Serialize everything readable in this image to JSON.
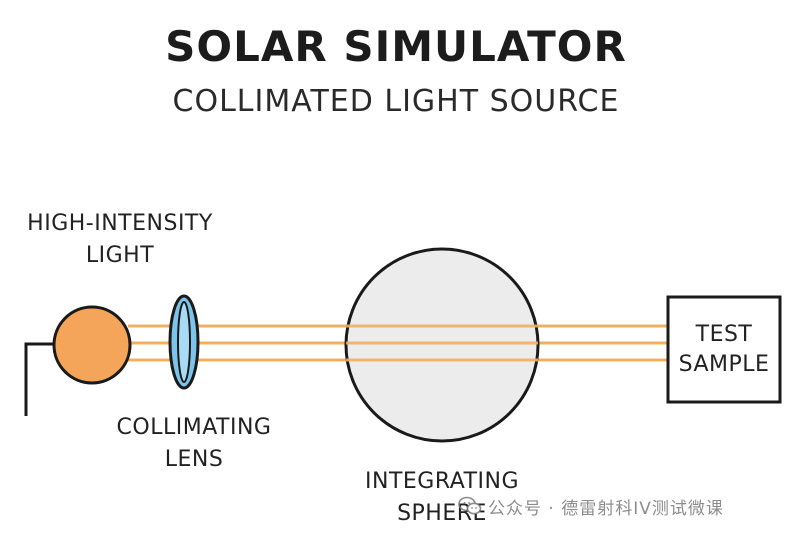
{
  "diagram": {
    "title": "SOLAR SIMULATOR",
    "subtitle": "COLLIMATED LIGHT SOURCE",
    "light_label": [
      "HIGH-INTENSITY",
      "LIGHT"
    ],
    "lens_label": [
      "COLLIMATING",
      "LENS"
    ],
    "sphere_label": [
      "INTEGRATING",
      "SPHERE"
    ],
    "test_label": [
      "TEST",
      "SAMPLE"
    ]
  },
  "watermark": {
    "icon": "wechat-icon",
    "text": "公众号 · 德雷射科IV测试微课"
  },
  "colors": {
    "light_source": "#f4a55a",
    "beam": "#f0b060",
    "lens": "#7cc4ea",
    "sphere": "#ececec",
    "stroke": "#1a1a1a"
  }
}
